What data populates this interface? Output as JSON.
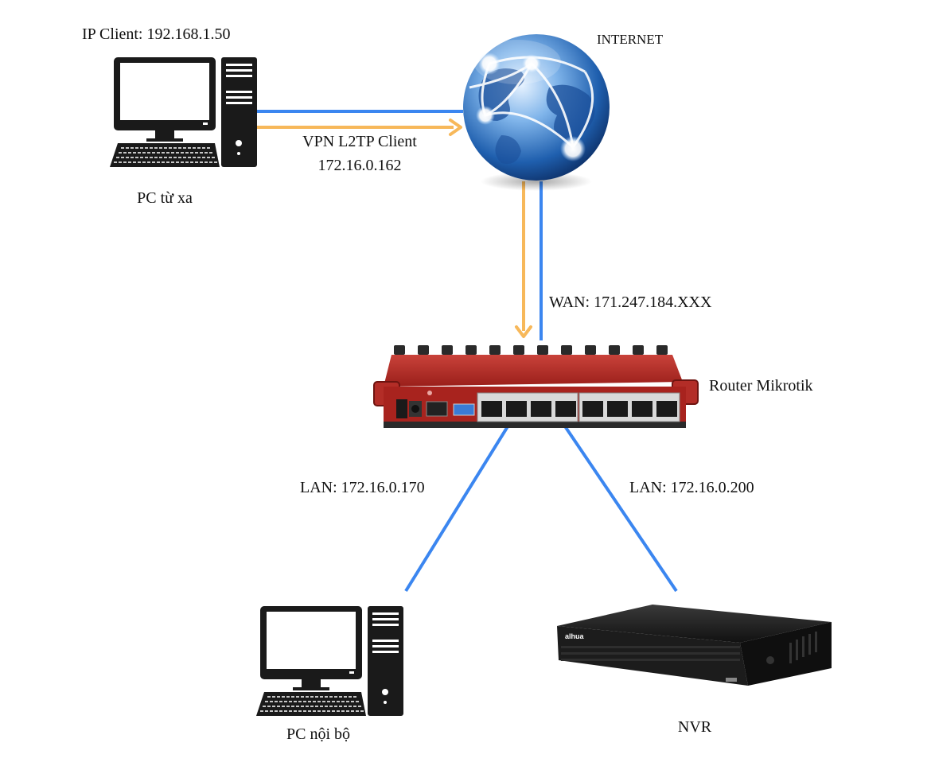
{
  "labels": {
    "ip_client": "IP Client: 192.168.1.50",
    "internet": "INTERNET",
    "vpn_line1": "VPN L2TP Client",
    "vpn_line2": "172.16.0.162",
    "remote_pc": "PC từ xa",
    "wan": "WAN: 171.247.184.XXX",
    "router": "Router Mikrotik",
    "lan1": "LAN: 172.16.0.170",
    "lan2": "LAN: 172.16.0.200",
    "local_pc": "PC nội bộ",
    "nvr": "NVR",
    "nvr_brand": "alhua"
  },
  "colors": {
    "blue_link": "#3b86f0",
    "vpn_link": "#f7b85a",
    "router_red": "#a8231e",
    "device_black": "#1a1a1a"
  },
  "icons": [
    "desktop-pc-icon",
    "globe-icon",
    "router-icon",
    "nvr-icon"
  ]
}
